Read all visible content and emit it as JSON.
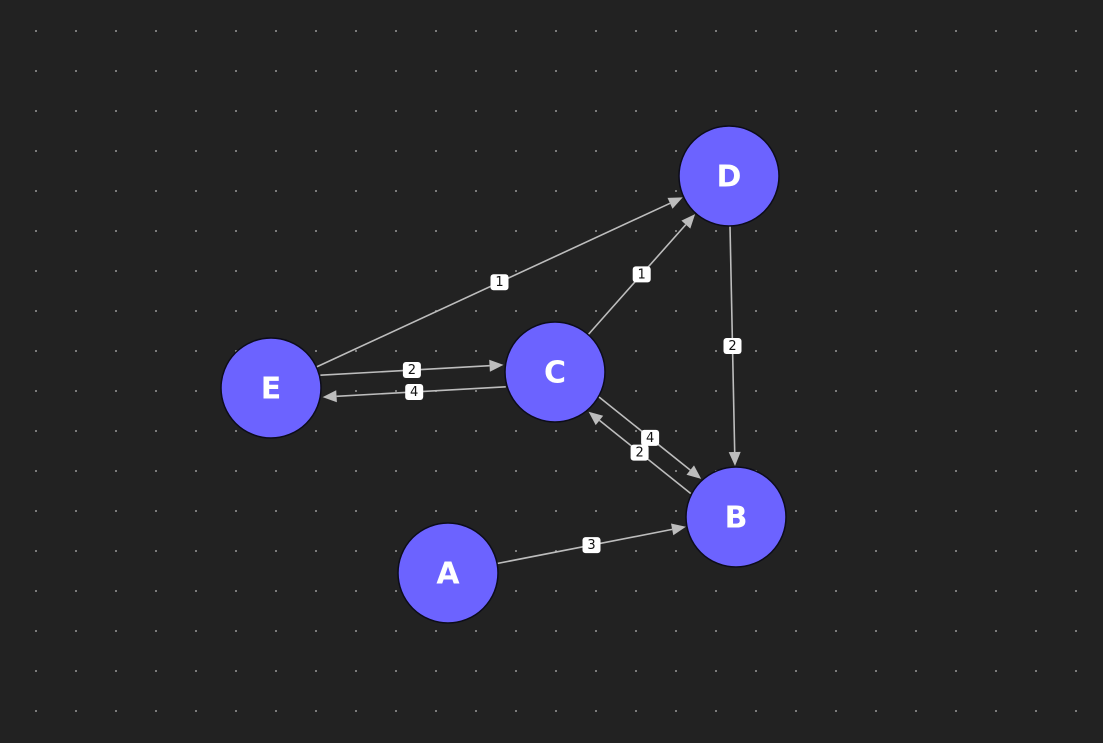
{
  "colors": {
    "background": "#222222",
    "node_fill": "#6c63ff",
    "edge": "#bdbdbd",
    "label_bg": "#ffffff"
  },
  "nodes": [
    {
      "id": "A",
      "label": "A"
    },
    {
      "id": "B",
      "label": "B"
    },
    {
      "id": "C",
      "label": "C"
    },
    {
      "id": "D",
      "label": "D"
    },
    {
      "id": "E",
      "label": "E"
    }
  ],
  "edges": [
    {
      "from": "E",
      "to": "D",
      "weight": "1"
    },
    {
      "from": "C",
      "to": "D",
      "weight": "1"
    },
    {
      "from": "D",
      "to": "B",
      "weight": "2"
    },
    {
      "from": "E",
      "to": "C",
      "weight": "2"
    },
    {
      "from": "C",
      "to": "E",
      "weight": "4"
    },
    {
      "from": "C",
      "to": "B",
      "weight": "4"
    },
    {
      "from": "B",
      "to": "C",
      "weight": "2"
    },
    {
      "from": "A",
      "to": "B",
      "weight": "3"
    }
  ]
}
